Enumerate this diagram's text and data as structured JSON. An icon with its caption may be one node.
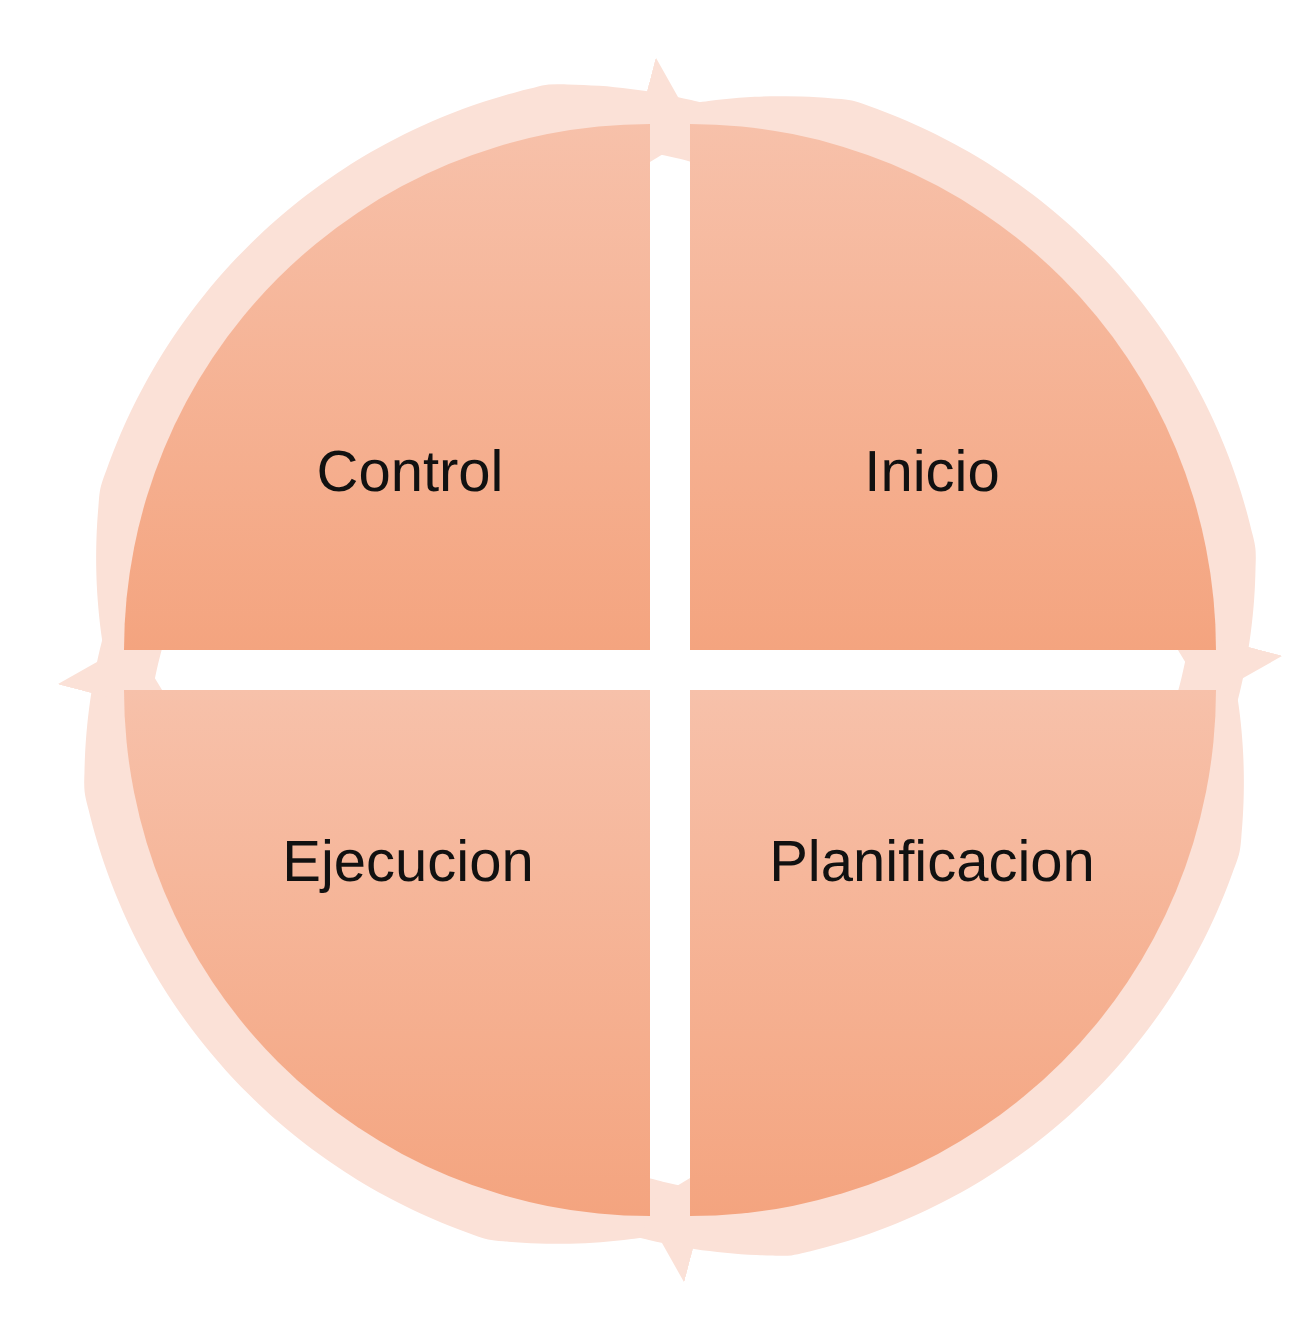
{
  "diagram": {
    "nodes": [
      {
        "text": [
          "Control"
        ]
      },
      {
        "text": [
          "Inicio"
        ]
      },
      {
        "text": [
          "Ejecucion"
        ]
      },
      {
        "text": [
          "Planificacion"
        ]
      }
    ],
    "edges": [
      {
        "from": 1,
        "to": 3,
        "arrow": "to"
      },
      {
        "from": 3,
        "to": 2,
        "arrow": "to"
      },
      {
        "from": 2,
        "to": 0,
        "arrow": "to"
      },
      {
        "from": 0,
        "to": 1,
        "arrow": "to"
      }
    ]
  }
}
